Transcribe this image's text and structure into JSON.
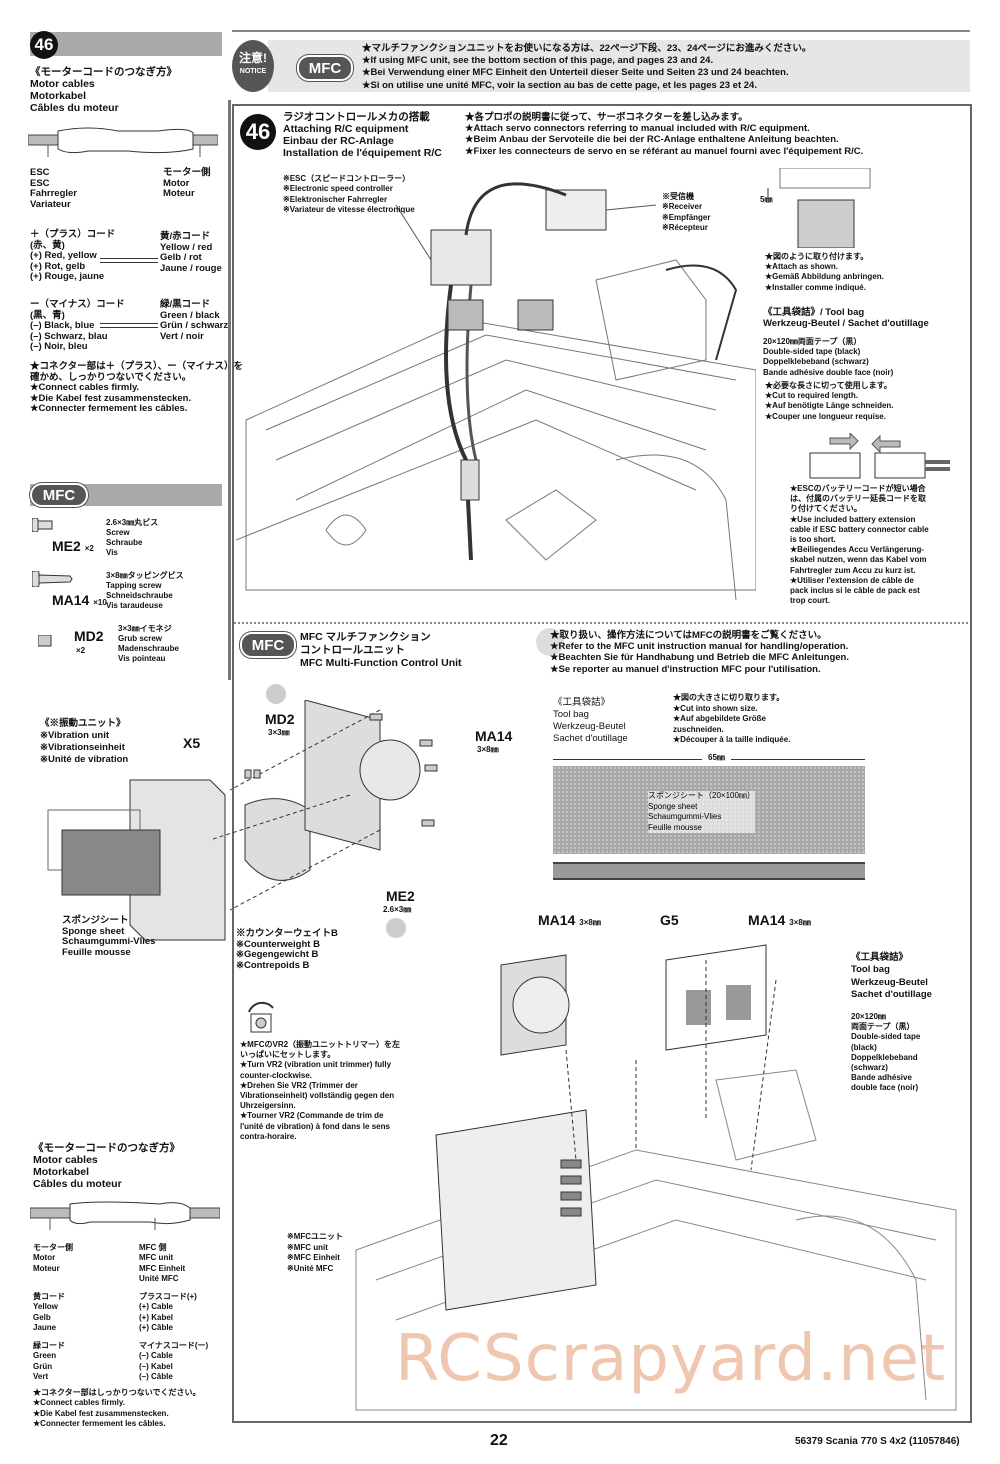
{
  "left": {
    "step_number": "46",
    "motor_cables_top": {
      "heading": [
        "《モーターコードのつなぎ方》",
        "Motor cables",
        "Motorkabel",
        "Câbles du moteur"
      ],
      "esc": [
        "ESC",
        "ESC",
        "Fahrregler",
        "Variateur"
      ],
      "motor": [
        "モーター側",
        "Motor",
        "Moteur"
      ],
      "plus": [
        "＋（プラス）コード",
        "(赤、黄)",
        "(+) Red, yellow",
        "(+) Rot, gelb",
        "(+) Rouge, jaune"
      ],
      "plus_right": [
        "黄/赤コード",
        "Yellow / red",
        "Gelb / rot",
        "Jaune / rouge"
      ],
      "minus": [
        "ー（マイナス）コード",
        "(黒、青)",
        "(–) Black, blue",
        "(–) Schwarz, blau",
        "(–) Noir, bleu"
      ],
      "minus_right": [
        "緑/黒コード",
        "Green / black",
        "Grün / schwarz",
        "Vert / noir"
      ],
      "notes": [
        "★コネクター部は＋（プラス）、ー（マイナス）を",
        "確かめ、しっかりつないでください。",
        "★Connect cables firmly.",
        "★Die Kabel fest zusammenstecken.",
        "★Connecter fermement les câbles."
      ]
    },
    "mfc_parts": {
      "badge": "MFC",
      "items": [
        {
          "code": "ME2",
          "qty": "×2",
          "desc": [
            "2.6×3㎜丸ビス",
            "Screw",
            "Schraube",
            "Vis"
          ]
        },
        {
          "code": "MA14",
          "qty": "×10",
          "desc": [
            "3×8㎜タッピングビス",
            "Tapping screw",
            "Schneidschraube",
            "Vis taraudeuse"
          ]
        },
        {
          "code": "MD2",
          "qty": "×2",
          "desc": [
            "3×3㎜イモネジ",
            "Grub screw",
            "Madenschraube",
            "Vis pointeau"
          ]
        }
      ]
    },
    "motor_cables_bottom": {
      "heading": [
        "《モーターコードのつなぎ方》",
        "Motor cables",
        "Motorkabel",
        "Câbles du moteur"
      ],
      "motor": [
        "モーター側",
        "Motor",
        "Moteur"
      ],
      "mfc": [
        "MFC 側",
        "MFC unit",
        "MFC Einheit",
        "Unité MFC"
      ],
      "yellow": [
        "黄コード",
        "Yellow",
        "Gelb",
        "Jaune"
      ],
      "plus": [
        "プラスコード(+)",
        "(+) Cable",
        "(+) Kabel",
        "(+) Câble"
      ],
      "green": [
        "緑コード",
        "Green",
        "Grün",
        "Vert"
      ],
      "minus": [
        "マイナスコード(ー)",
        "(–) Cable",
        "(–) Kabel",
        "(–) Câble"
      ],
      "notes": [
        "★コネクター部はしっかりつないでください。",
        "★Connect cables firmly.",
        "★Die Kabel fest zusammenstecken.",
        "★Connecter fermement les câbles."
      ]
    }
  },
  "notice": {
    "badge": [
      "注意!",
      "NOTICE"
    ],
    "mfc": "MFC",
    "lines": [
      "★マルチファンクションユニットをお使いになる方は、22ページ下段、23、24ページにお進みください。",
      "★If using MFC unit, see the bottom section of this page, and pages 23 and 24.",
      "★Bei Verwendung einer MFC Einheit den Unterteil dieser Seite und Seiten 23 und 24 beachten.",
      "★Si on utilise une unité MFC, voir la section au bas de cette page, et les pages 23 et 24."
    ]
  },
  "step46": {
    "number": "46",
    "title": [
      "ラジオコントロールメカの搭載",
      "Attaching R/C equipment",
      "Einbau der RC-Anlage",
      "Installation de l'équipement R/C"
    ],
    "notes": [
      "★各プロポの説明書に従って、サーボコネクターを差し込みます。",
      "★Attach servo connectors referring to manual included with R/C equipment.",
      "★Beim Anbau der Servoteile die bei der RC-Anlage enthaltene Anleitung beachten.",
      "★Fixer les connecteurs de servo en se référant au manuel fourni avec l'équipement R/C."
    ],
    "esc": [
      "※ESC（スピードコントローラー）",
      "※Electronic speed controller",
      "※Elektronischer Fahrregler",
      "※Variateur de vitesse électronique"
    ],
    "receiver": [
      "※受信機",
      "※Receiver",
      "※Empfänger",
      "※Récepteur"
    ],
    "gap": "5㎜",
    "attach": [
      "★図のように取り付けます。",
      "★Attach as shown.",
      "★Gemäß Abbildung anbringen.",
      "★Installer comme indiqué."
    ],
    "toolbag": [
      "《工具袋詰》/ Tool bag",
      "Werkzeug-Beutel / Sachet d'outillage"
    ],
    "tape": [
      "20×120㎜両面テープ（黒）",
      "Double-sided tape (black)",
      "Doppelklebeband (schwarz)",
      "Bande adhésive double face (noir)"
    ],
    "cut": [
      "★必要な長さに切って使用します。",
      "★Cut to required length.",
      "★Auf benötigte Länge schneiden.",
      "★Couper une longueur requise."
    ],
    "battery": [
      "★ESCのバッテリーコードが短い場合",
      "は、付属のバッテリー延長コードを取",
      "り付けてください。",
      "★Use included battery extension",
      "cable if ESC battery connector cable",
      "is too short.",
      "★Beiliegendes Accu Verlängerung-",
      "skabel nutzen, wenn das Kabel vom",
      "Fahrtregler zum Accu zu kurz ist.",
      "★Utiliser l'extension de câble de",
      "pack inclus si le câble de pack est",
      "trop court."
    ]
  },
  "mfc_section": {
    "badge": "MFC",
    "title": [
      "MFC マルチファンクション",
      "コントロールユニット",
      "MFC Multi-Function Control Unit"
    ],
    "notes": [
      "★取り扱い、操作方法についてはMFCの説明書をご覧ください。",
      "★Refer to the MFC unit instruction manual for handling/operation.",
      "★Beachten Sie für Handhabung und Betrieb die MFC Anleitungen.",
      "★Se reporter au manuel d'instruction MFC pour l'utilisation."
    ],
    "vibration": [
      "《※振動ユニット》",
      "※Vibration unit",
      "※Vibrationseinheit",
      "※Unité de vibration"
    ],
    "x5": "X5",
    "md2": {
      "code": "MD2",
      "size": "3×3㎜"
    },
    "ma14": {
      "code": "MA14",
      "size": "3×8㎜"
    },
    "me2": {
      "code": "ME2",
      "size": "2.6×3㎜"
    },
    "sponge": [
      "スポンジシート",
      "Sponge sheet",
      "Schaumgummi-Vlies",
      "Feuille mousse"
    ],
    "counterweight": [
      "※カウンターウェイトB",
      "※Counterweight B",
      "※Gegengewicht B",
      "※Contrepoids B"
    ],
    "toolbag": [
      "《工具袋詰》",
      "Tool bag",
      "Werkzeug-Beutel",
      "Sachet d'outillage"
    ],
    "cut": [
      "★図の大きさに切り取ります。",
      "★Cut into shown size.",
      "★Auf abgebildete Größe",
      "zuschneiden.",
      "★Découper à la taille indiquée."
    ],
    "width_label": "65㎜",
    "sheet": [
      "スポンジシート（20×100㎜）",
      "Sponge sheet",
      "Schaumgummi-Vlies",
      "Feuille mousse"
    ],
    "vr2": [
      "★MFCのVR2（振動ユニットトリマー）を左",
      "いっぱいにセットします。",
      "★Turn VR2 (vibration unit trimmer) fully",
      "counter-clockwise.",
      "★Drehen Sie VR2 (Trimmer der",
      "Vibrationseinheit) vollständig gegen den",
      "Uhrzeigersinn.",
      "★Tourner VR2 (Commande de trim de",
      "l'unité de vibration) à fond dans le sens",
      "contra-horaire."
    ],
    "mfc_unit": [
      "※MFCユニット",
      "※MFC unit",
      "※MFC Einheit",
      "※Unité MFC"
    ],
    "ma14_left": {
      "code": "MA14",
      "size": "3×8㎜"
    },
    "g5": "G5",
    "ma14_right": {
      "code": "MA14",
      "size": "3×8㎜"
    },
    "toolbag2": [
      "《工具袋詰》",
      "Tool bag",
      "Werkzeug-Beutel",
      "Sachet d'outillage"
    ],
    "tape2": [
      "20×120㎜",
      "両面テープ（黒）",
      "Double-sided tape",
      "(black)",
      "Doppelklebeband",
      "(schwarz)",
      "Bande adhésive",
      "double face (noir)"
    ]
  },
  "footer": {
    "page": "22",
    "model": "56379 Scania 770 S 4x2 (11057846)"
  },
  "watermark": "RCScrapyard.net"
}
